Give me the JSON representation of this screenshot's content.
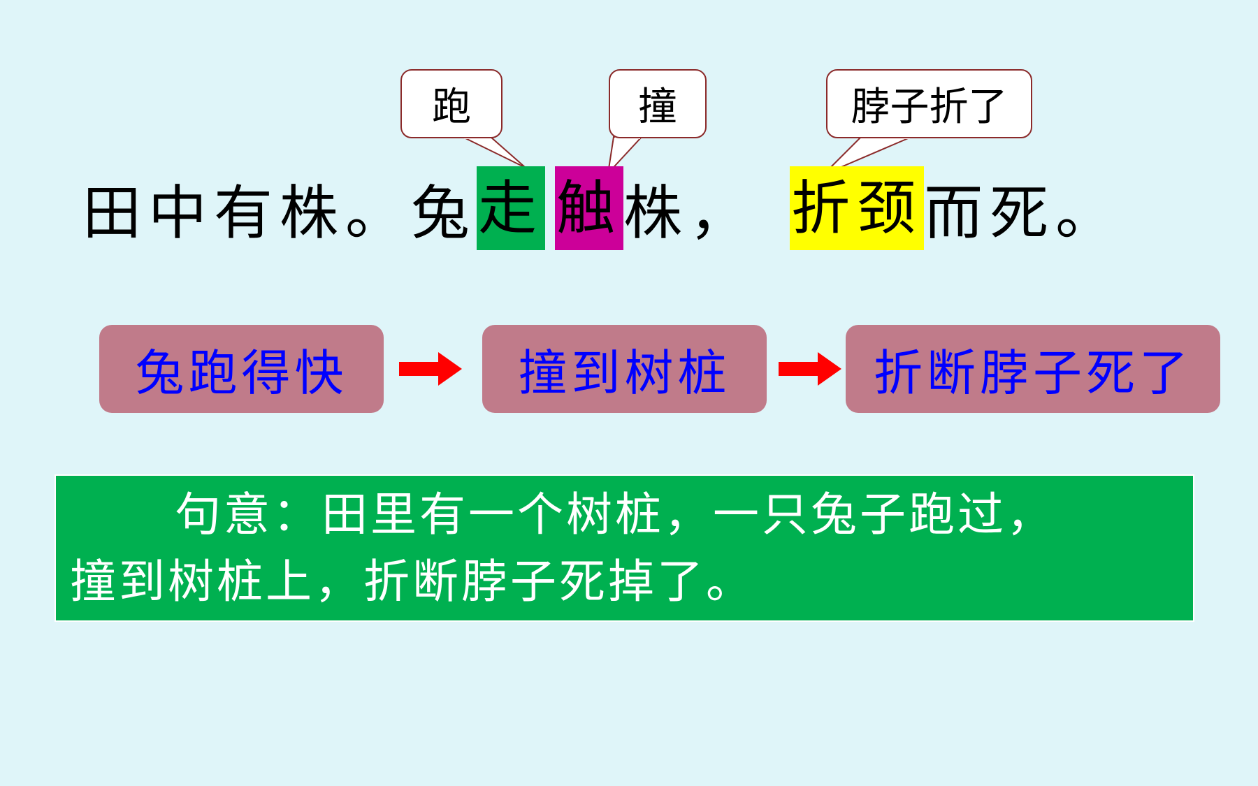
{
  "callouts": {
    "run": "跑",
    "hit": "撞",
    "neck": "脖子折了"
  },
  "sentence": {
    "part1": "田中有株。兔",
    "zou": "走",
    "chu": "触",
    "part2": "株，",
    "zhejing": "折颈",
    "part3": "而死。"
  },
  "flow": {
    "step1": "兔跑得快",
    "step2": "撞到树桩",
    "step3": "折断脖子死了"
  },
  "meaning": {
    "label": "句意：",
    "line1": "田里有一个树桩，一只兔子跑过，",
    "line2": "撞到树桩上，折断脖子死掉了。"
  },
  "colors": {
    "background": "#dff5f9",
    "highlight_zou": "#00b050",
    "highlight_chu": "#cc0099",
    "highlight_zhejing": "#ffff00",
    "flow_box": "#c07b8a",
    "flow_text": "#0000ff",
    "arrow": "#ff0000",
    "meaning_box": "#00b050"
  }
}
